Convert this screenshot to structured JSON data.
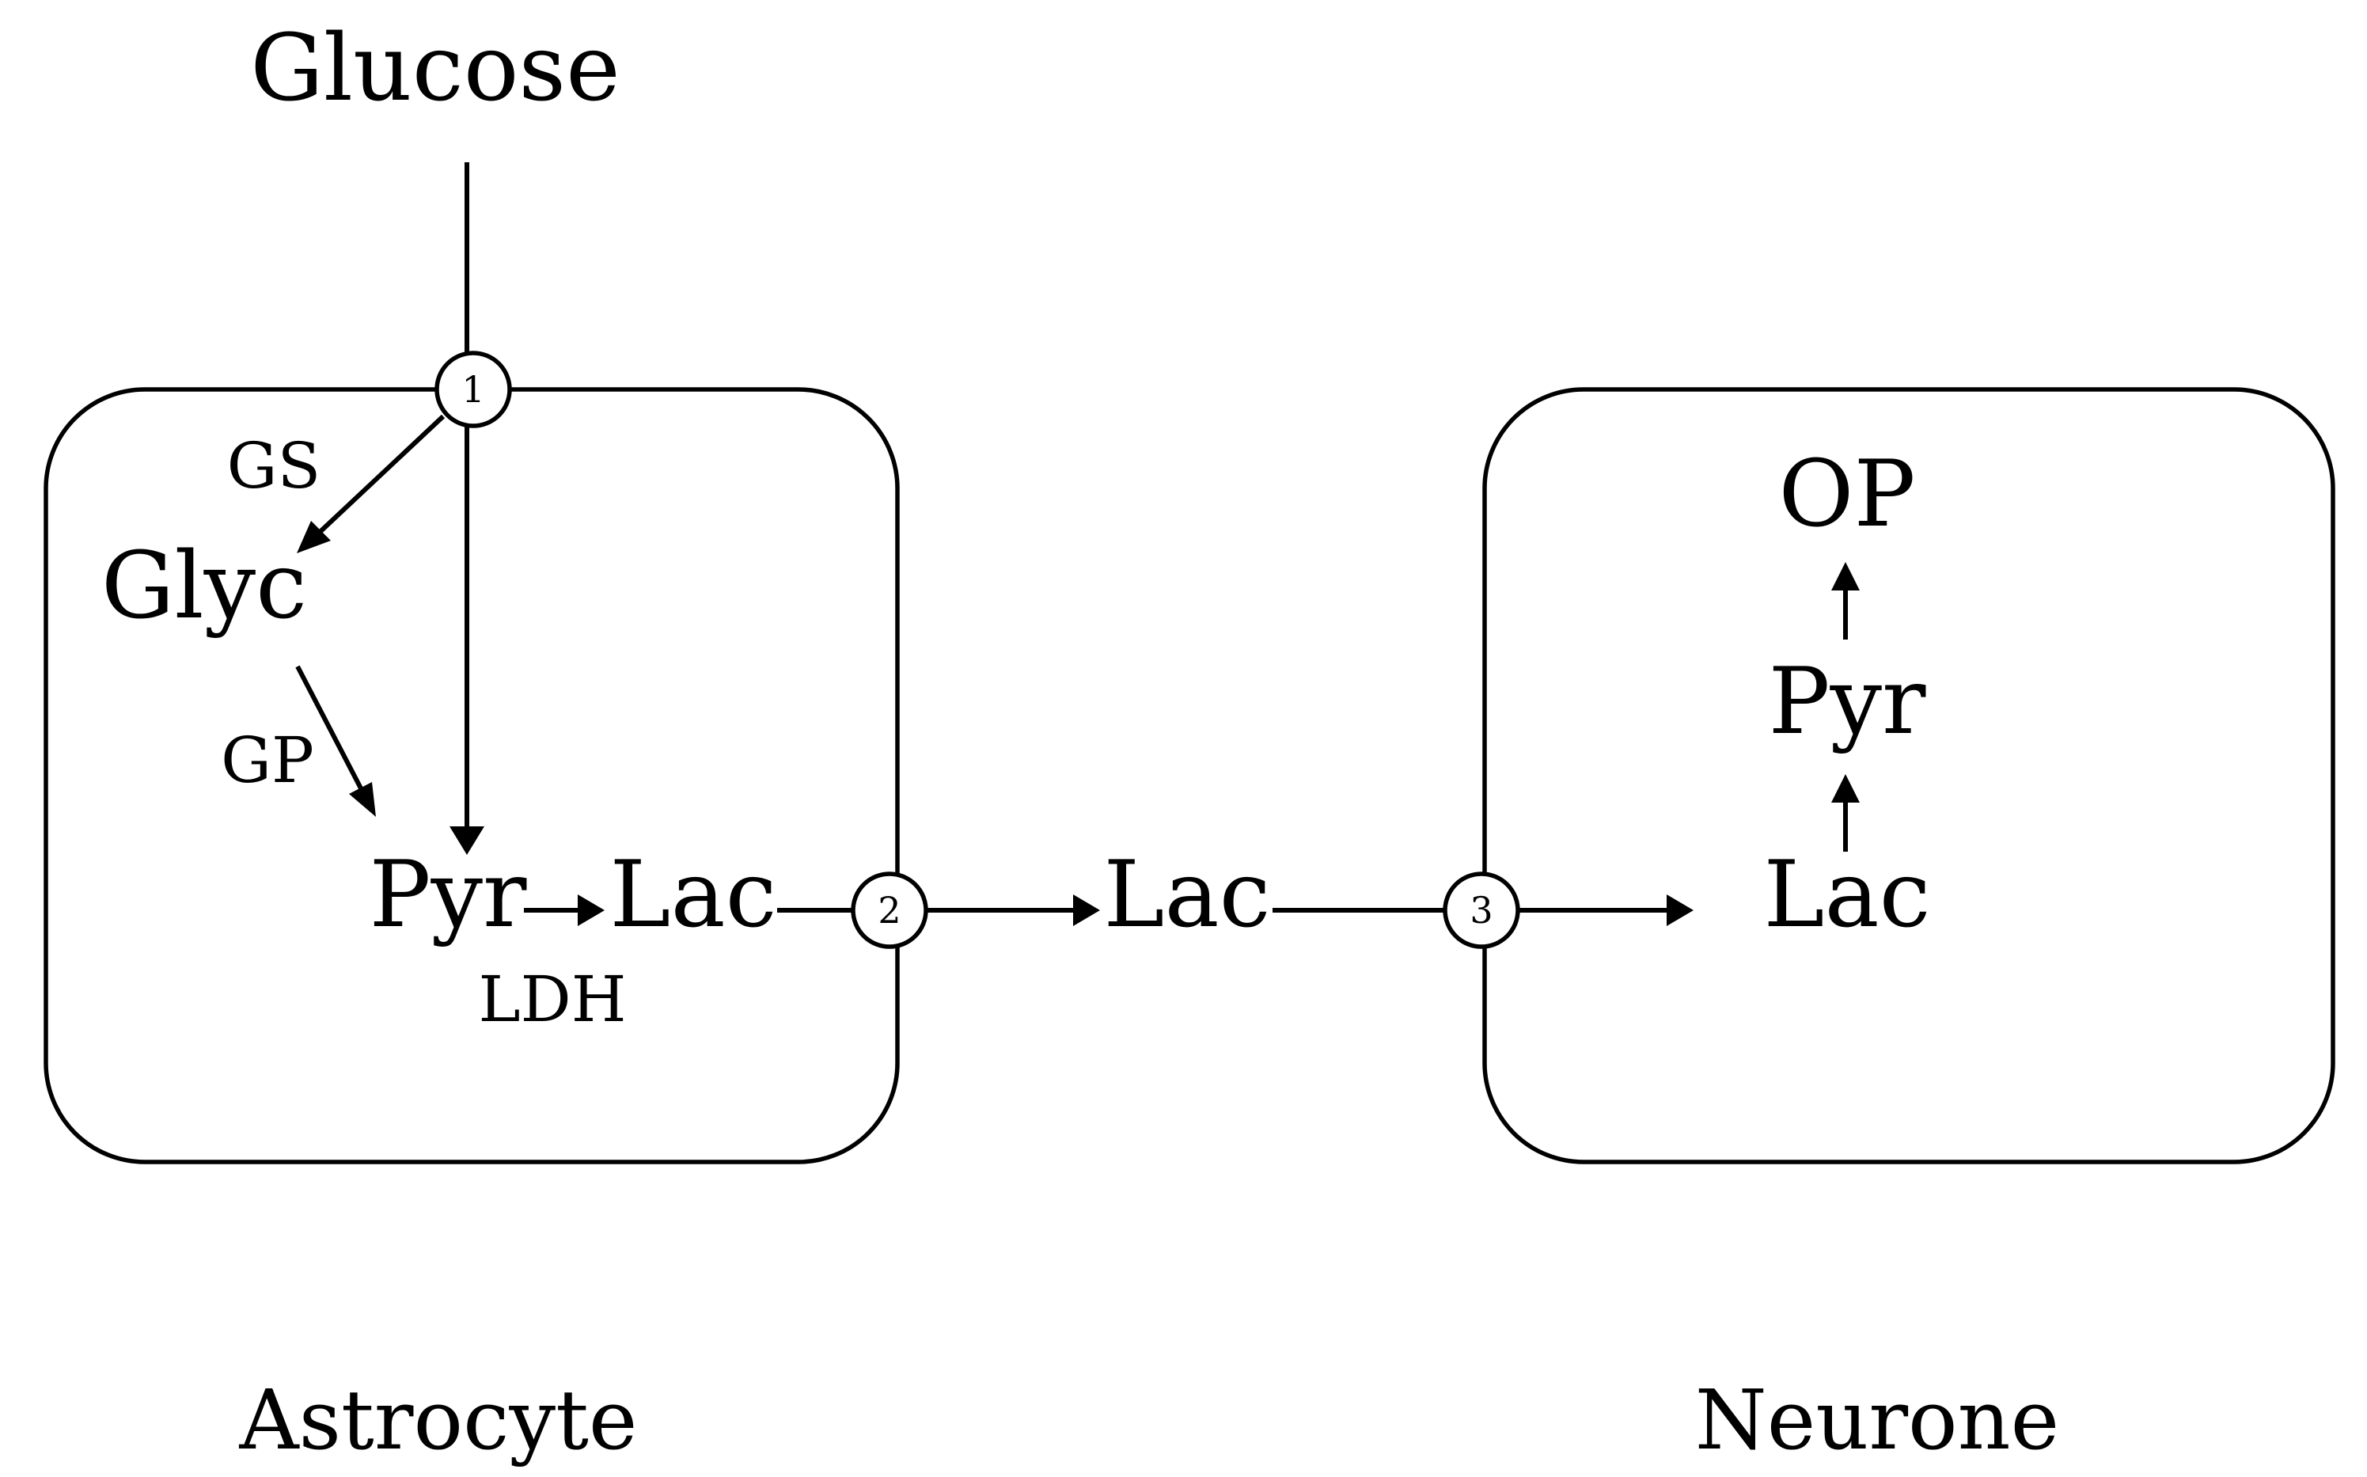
{
  "substrates": {
    "glucose": "Glucose",
    "glycogen": "Glyc",
    "pyr_astrocyte": "Pyr",
    "lac_astrocyte": "Lac",
    "lac_extracellular": "Lac",
    "lac_neurone": "Lac",
    "pyr_neurone": "Pyr",
    "op": "OP"
  },
  "enzymes": {
    "gs": "GS",
    "gp": "GP",
    "ldh": "LDH"
  },
  "transporters": {
    "t1": "1",
    "t2": "2",
    "t3": "3"
  },
  "cells": {
    "astrocyte": "Astrocyte",
    "neurone": "Neurone"
  }
}
